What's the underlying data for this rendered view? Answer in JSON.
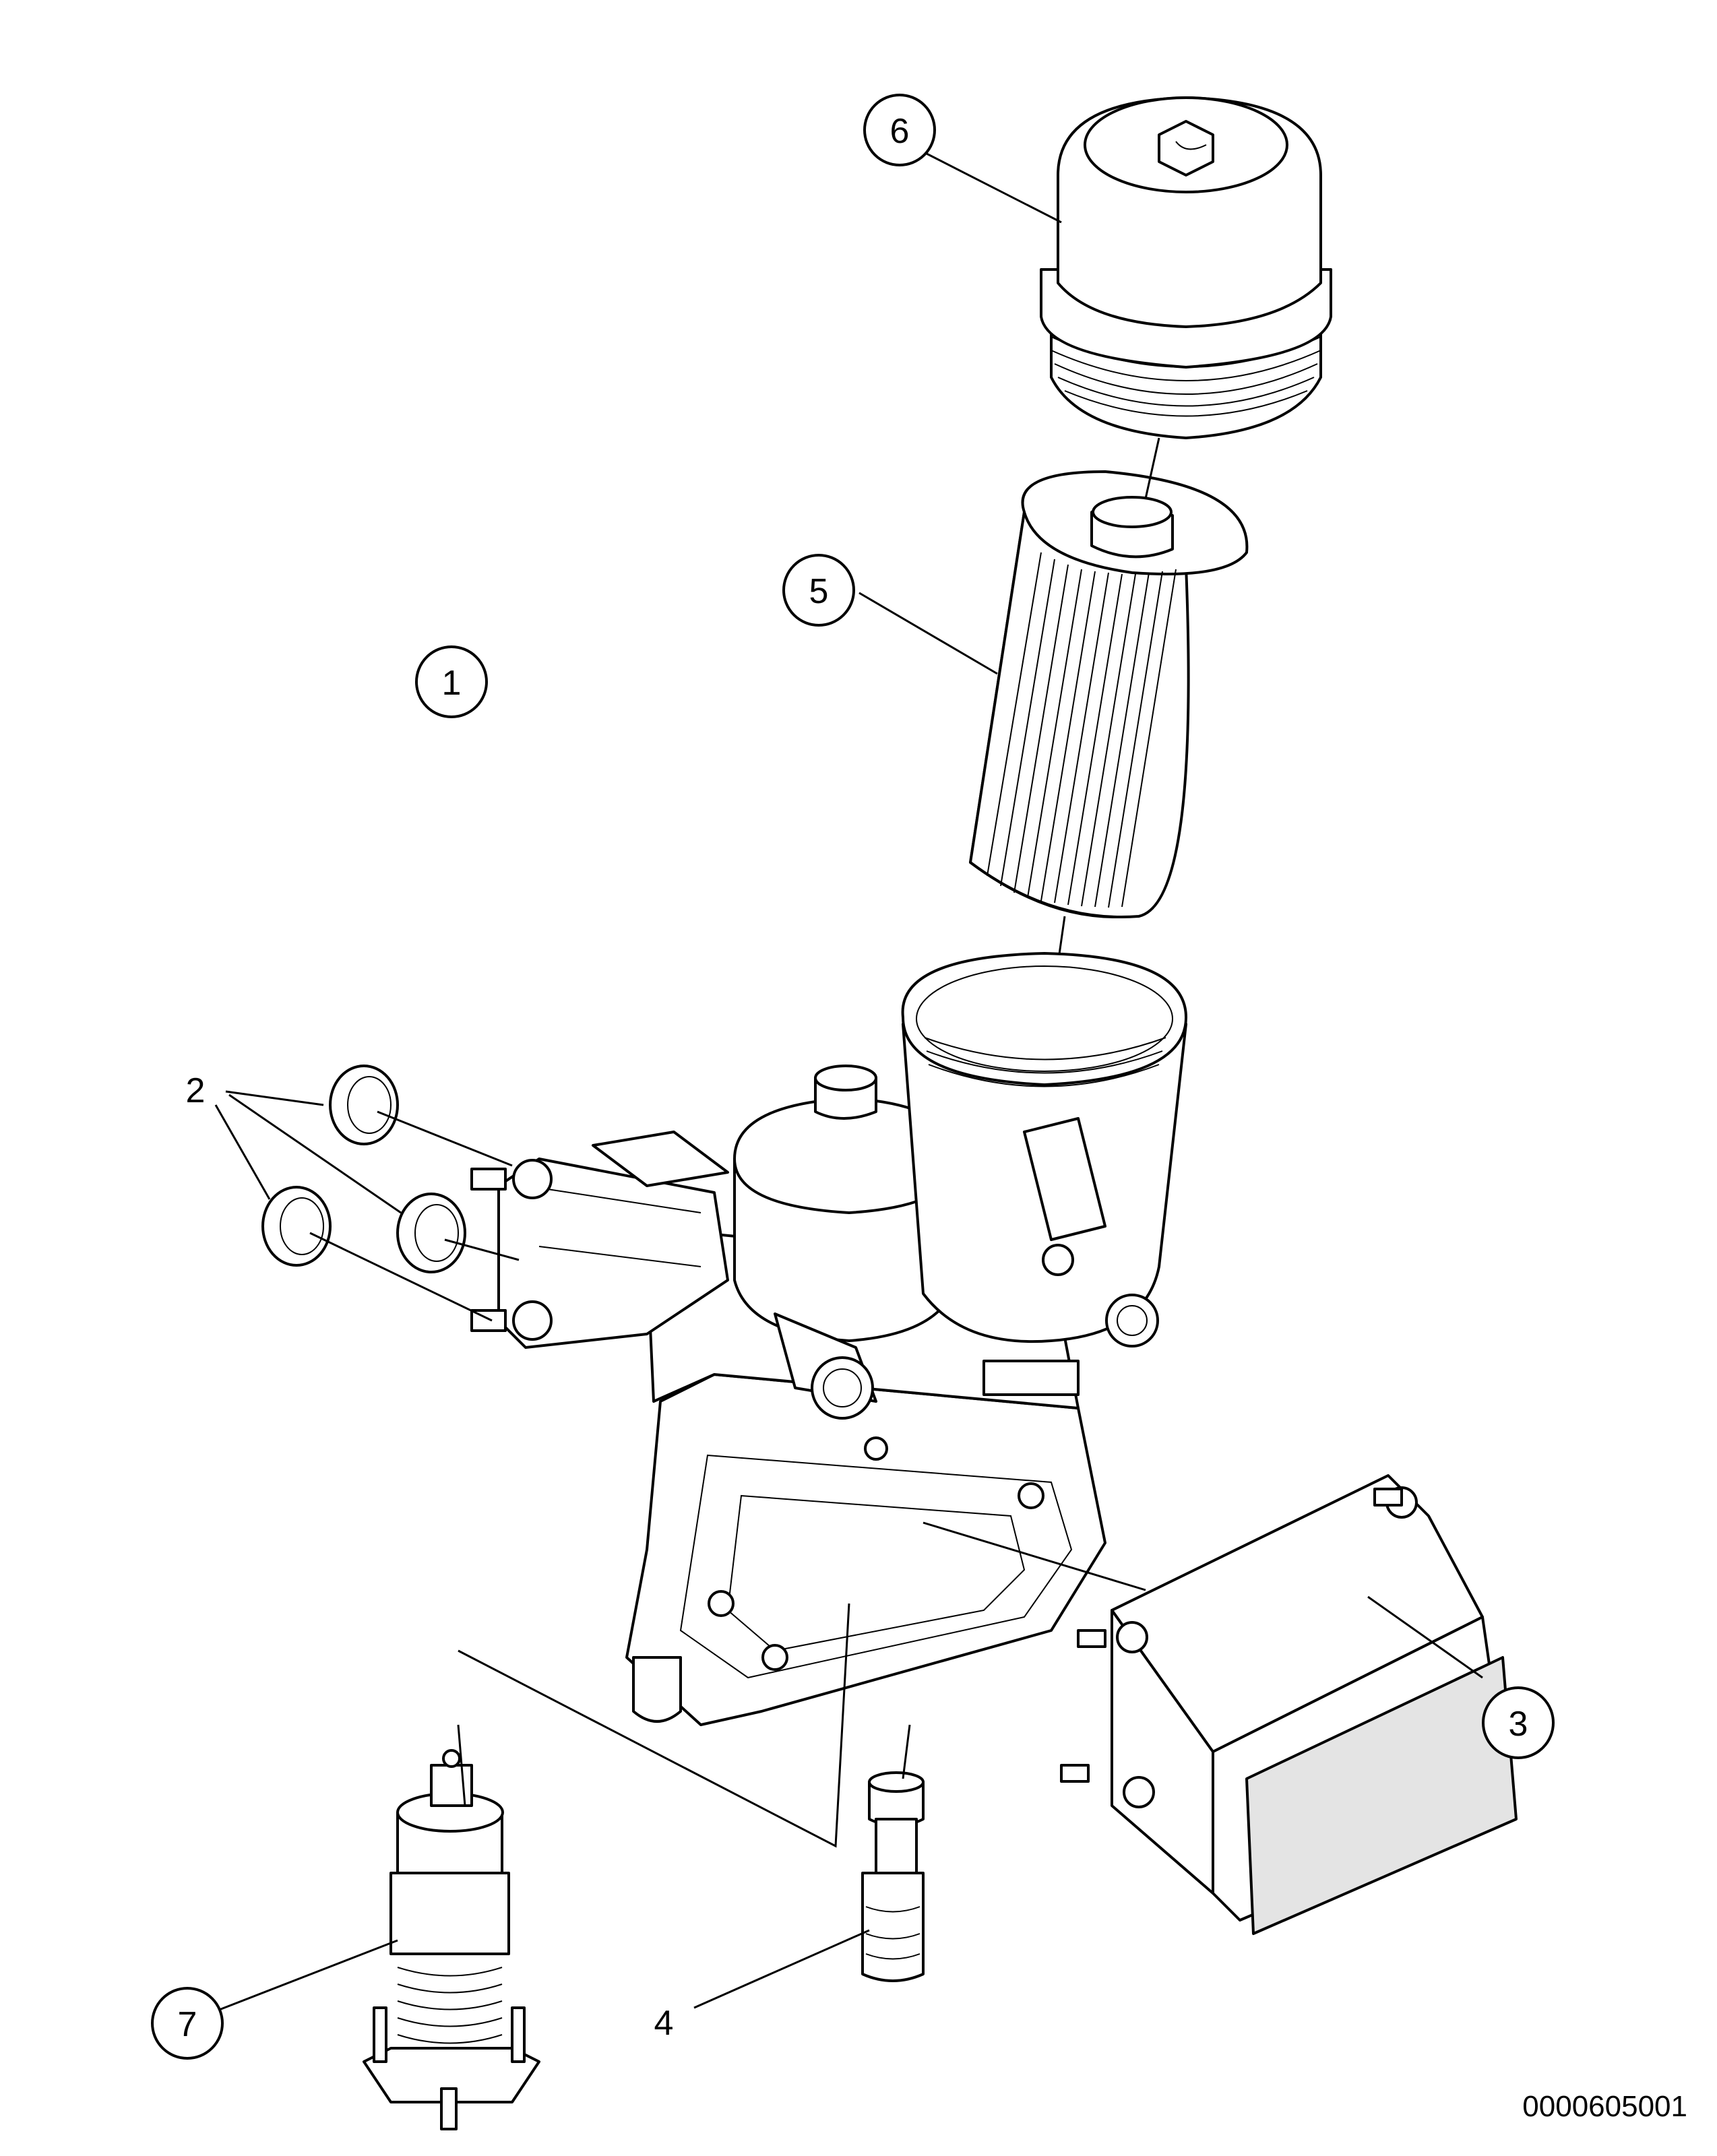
{
  "callouts": [
    {
      "id": "1",
      "label": "1",
      "circled": true
    },
    {
      "id": "2",
      "label": "2",
      "circled": false
    },
    {
      "id": "3",
      "label": "3",
      "circled": false
    },
    {
      "id": "4",
      "label": "4",
      "circled": true
    },
    {
      "id": "5",
      "label": "5",
      "circled": true
    },
    {
      "id": "6",
      "label": "6",
      "circled": true
    },
    {
      "id": "7",
      "label": "7",
      "circled": true
    }
  ],
  "document_id": "0000605001",
  "colors": {
    "line": "#000000",
    "fill": "#ffffff",
    "shade": "#e4e4e4"
  }
}
